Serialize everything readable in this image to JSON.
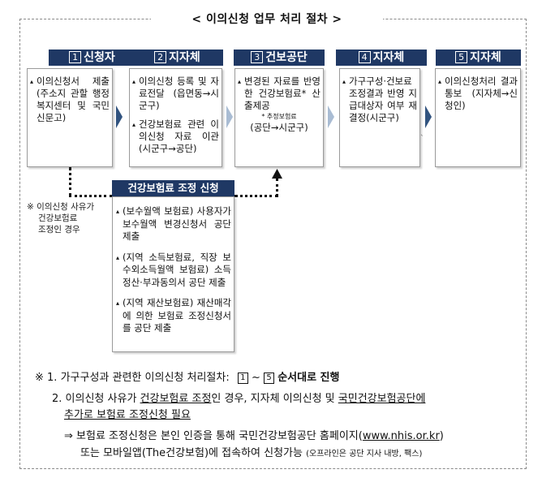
{
  "title": "< 이의신청 업무 처리 절차 >",
  "steps": [
    {
      "num": "1",
      "name": "신청자",
      "items": [
        {
          "text": "이의신청서 제출 (주소지 관할 행정복지센터 및 국민신문고)"
        }
      ]
    },
    {
      "num": "2",
      "name": "지자체",
      "items": [
        {
          "text": "이의신청 등록 및 자료전달 (읍면동→시군구)"
        },
        {
          "text": "건강보험료 관련 이의신청 자료 이관 (시군구→공단)"
        }
      ]
    },
    {
      "num": "3",
      "name": "건보공단",
      "items": [
        {
          "text": "변경된 자료를 반영한 건강보험료* 산출제공"
        }
      ],
      "footnote": "* 추정보험료",
      "after": "(공단→시군구)"
    },
    {
      "num": "4",
      "name": "지자체",
      "items": [
        {
          "text": "가구구성·건보료 조정결과 반영 지급대상자 여부 재결정(시군구)"
        }
      ]
    },
    {
      "num": "5",
      "name": "지자체",
      "items": [
        {
          "text": "이의신청처리 결과통보 (지자체→신청인)"
        }
      ]
    }
  ],
  "adjustment": {
    "header": "건강보험료 조정 신청",
    "items": [
      {
        "text": "(보수월액 보험료) 사용자가 보수월액 변경신청서 공단 제출"
      },
      {
        "text": "(지역 소득보험료, 직장 보수외소득월액 보험료) 소득정산·부과동의서 공단 제출"
      },
      {
        "text": "(지역 재산보험료) 재산매각에 의한 보험료 조정신청서를 공단 제출"
      }
    ]
  },
  "side_note": {
    "mark": "※",
    "line1": "이의신청 사유가",
    "line2": "건강보험료",
    "line3": "조정인 경우"
  },
  "notes": {
    "n1_mark": "※ 1.",
    "n1_text": "가구구성과 관련한 이의신청 처리절차:",
    "n1_start": "1",
    "n1_tilde": "~",
    "n1_end": "5",
    "n1_bold": "순서대로 진행",
    "n2_num": "2.",
    "n2_a": "이의신청 사유가",
    "n2_u1": "건강보험료 조정",
    "n2_b": "인 경우, 지자체 이의신청 및",
    "n2_u2": "국민건강보험공단에",
    "n2_u3": "추가로 보험료 조정신청 필요",
    "n3_arrow": "⇒",
    "n3_a": "보험료 조정신청은 본인 인증을 통해 국민건강보험공단 홈페이지(",
    "n3_link": "www.nhis.or.kr",
    "n3_b": ")",
    "n3_c": "또는 모바일앱(The건강보험)에 접속하여 신청가능",
    "n3_small": "(오프라인은 공단 지사 내방, 팩스)"
  },
  "colors": {
    "header_bg": "#1f3864",
    "arrow": "#31537f",
    "arrow_light": "#a9bcd3"
  }
}
